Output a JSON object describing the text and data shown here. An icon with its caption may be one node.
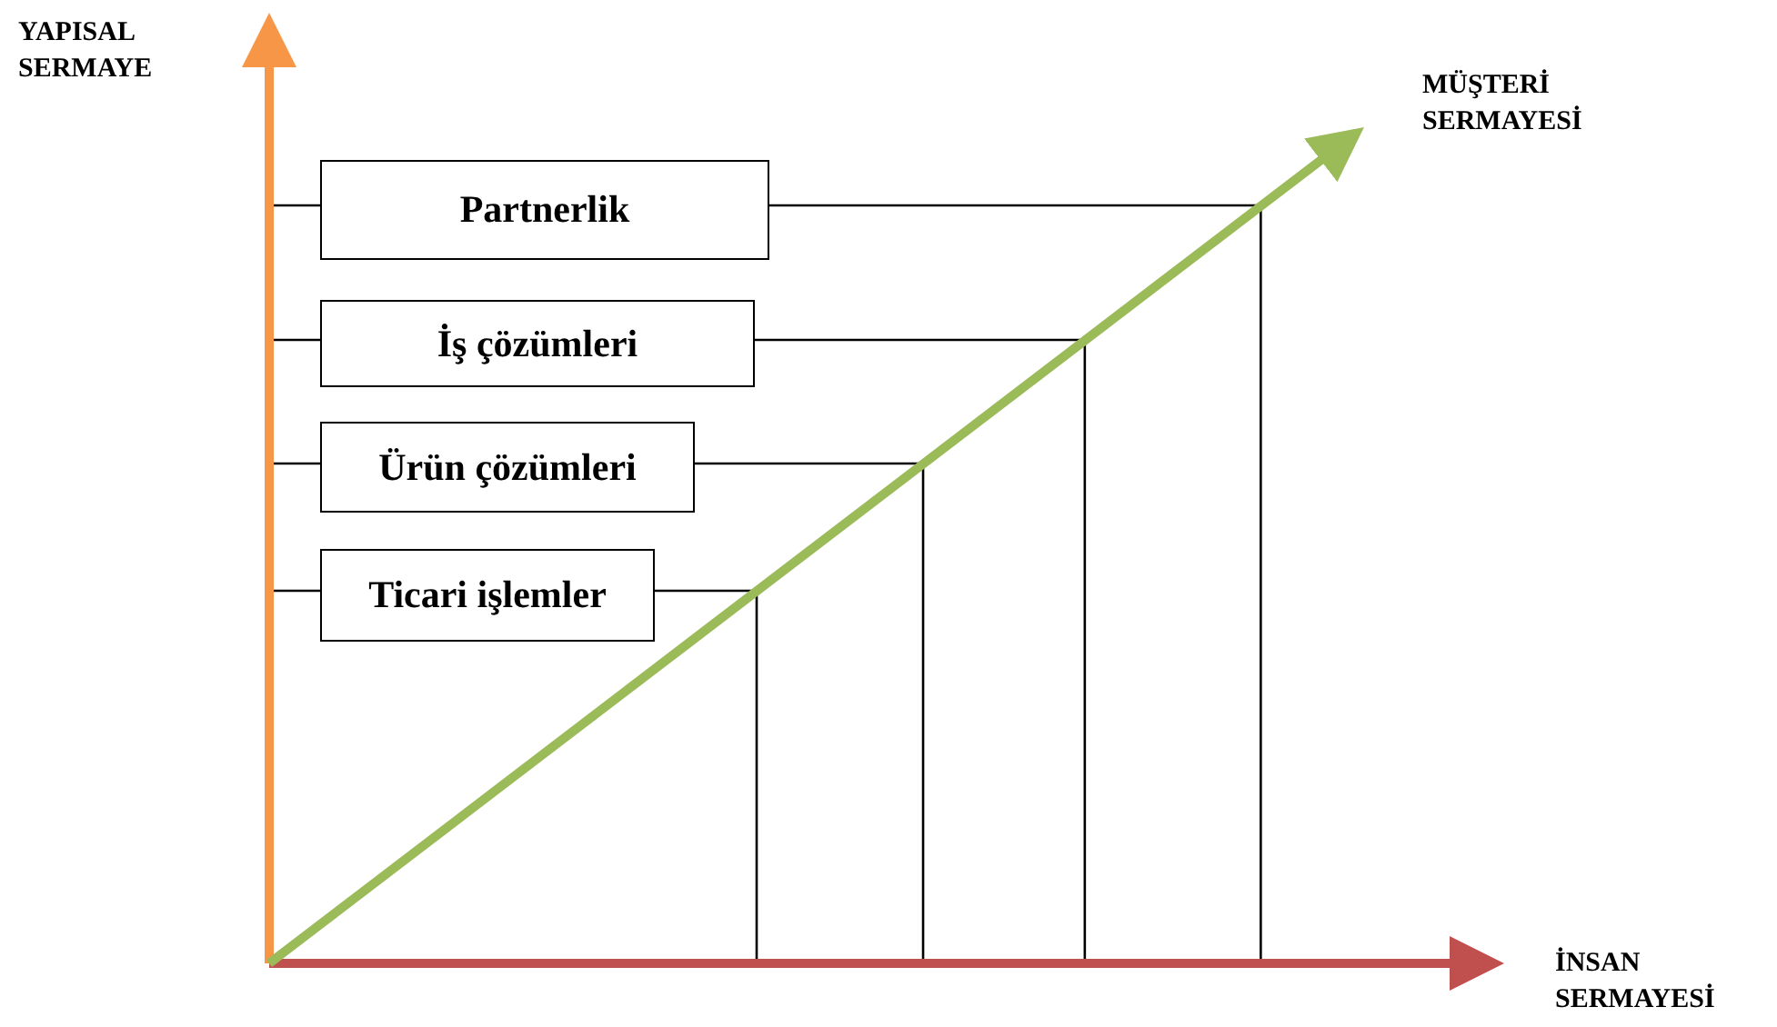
{
  "diagram": {
    "nodes": [
      {
        "text": [
          "Partnerlik"
        ]
      },
      {
        "text": [
          "İş çözümleri"
        ]
      },
      {
        "text": [
          "Ürün çözümleri"
        ]
      },
      {
        "text": [
          "Ticari işlemler"
        ]
      }
    ],
    "edges": [
      {
        "from": 0,
        "to": null,
        "arrow": "none"
      },
      {
        "from": 1,
        "to": null,
        "arrow": "none"
      },
      {
        "from": 2,
        "to": null,
        "arrow": "none"
      },
      {
        "from": 3,
        "to": null,
        "arrow": "none"
      }
    ],
    "labels": [
      "YAPISAL SERMAYE",
      "MÜŞTERİ SERMAYESİ",
      "İNSAN SERMAYESİ"
    ]
  }
}
